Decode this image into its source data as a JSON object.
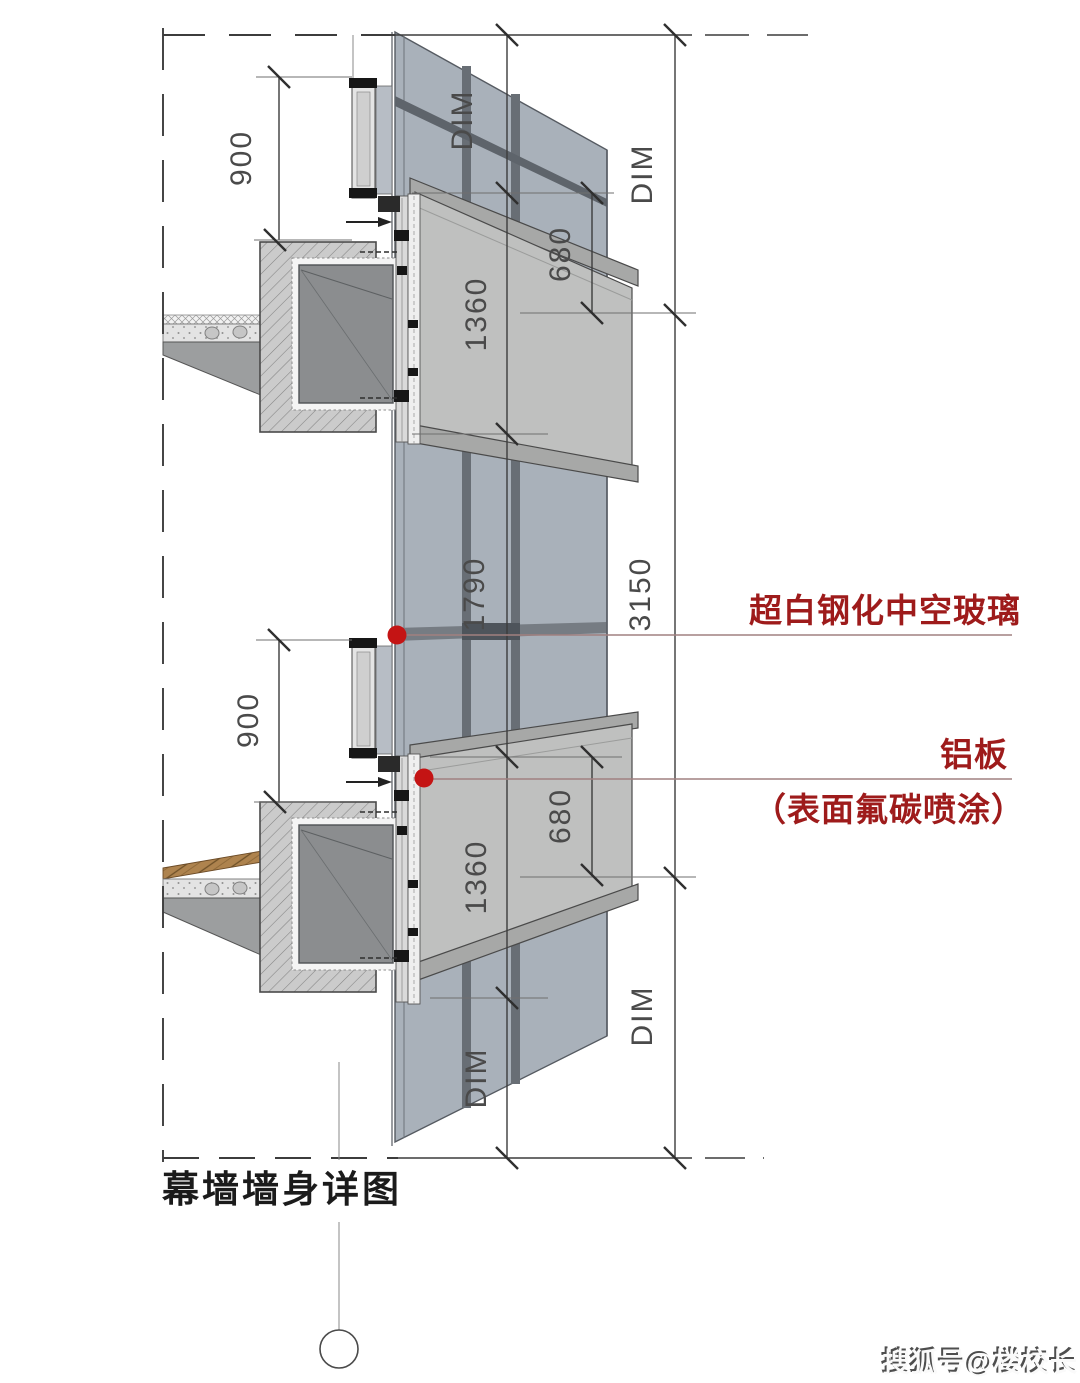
{
  "title": "幕墙墙身详图",
  "watermark": "搜狐号@楼校长",
  "annotations": {
    "glass": {
      "label": "超白钢化中空玻璃"
    },
    "aluminum": {
      "label": "铝板",
      "sub_label": "（表面氟碳喷涂）"
    }
  },
  "dimensions": {
    "sill_height_upper": "900",
    "sill_height_lower": "900",
    "panel_height_upper": "1360",
    "panel_height_lower": "1360",
    "panel_edge_upper": "680",
    "panel_edge_lower": "680",
    "glass_height_mid": "1790",
    "floor_to_floor": "3150",
    "dim_glass_upper": "DIM",
    "dim_glass_lower": "DIM",
    "dim_right_upper": "DIM",
    "dim_right_lower": "DIM"
  },
  "colors": {
    "annotation_red": "#9e1b1b",
    "marker_red": "#c41414",
    "glass": "#a9b1ba",
    "glass_mullion": "#686e75",
    "aluminum_panel": "#bfc0bf",
    "panel_cap": "#a7a8a7",
    "concrete_bg": "#cbcbcb",
    "steel_beam": "#8b8d8f",
    "wood_floor": "#ae834e",
    "line_dark": "#3c3c3c",
    "dim_text": "#4a4a4a"
  }
}
